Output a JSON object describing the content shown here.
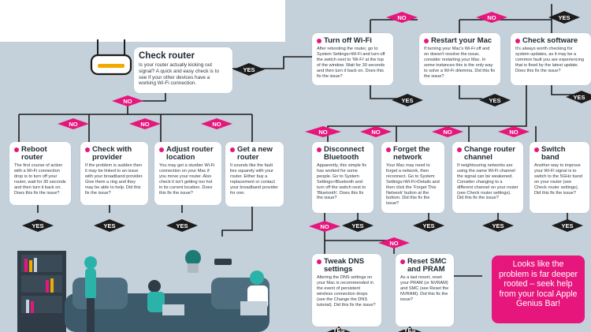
{
  "colors": {
    "background": "#c4d0da",
    "accent": "#e6167c",
    "connector": "#1c1c1c",
    "card": "#ffffff"
  },
  "decision_labels": {
    "no": "NO",
    "yes": "YES"
  },
  "nodes": {
    "check_router": {
      "title": "Check router",
      "body": "Is your router actually kicking out signal? A quick and easy check is to see if your other devices have a working Wi-Fi connection."
    },
    "reboot_router": {
      "title": "Reboot router",
      "body": "The first course of action with a Wi-Fi connection drop is to turn off your router, wait for 30 seconds and then turn it back on. Does this fix the issue?"
    },
    "check_provider": {
      "title": "Check with provider",
      "body": "If the problem is sudden then it may be linked to an issue with your broadband provider. Give them a ring and they may be able to help. Did this fix the issue?"
    },
    "adjust_location": {
      "title": "Adjust router location",
      "body": "You may get a sturdier Wi-Fi connection on your Mac if you move your router. Also check it isn't getting too hot in its current location. Does this fix the issue?"
    },
    "new_router": {
      "title": "Get a new router",
      "body": "It sounds like the fault lies squarely with your router. Either buy a replacement or contact your broadband provider for one."
    },
    "turn_off_wifi": {
      "title": "Turn off Wi-Fi",
      "body": "After rebooting the router, go to System Settings>Wi-Fi and turn off the switch next to 'Wi-Fi' at the top of the window. Wait for 30 seconds and then turn it back on. Does this fix the issue?"
    },
    "restart_mac": {
      "title": "Restart your Mac",
      "body": "If turning your Mac's Wi-Fi off and on doesn't resolve the issue, consider restarting your Mac. In some instances this is the only way to solve a Wi-Fi dilemma. Did this fix the issue?"
    },
    "check_software": {
      "title": "Check software",
      "body": "It's always worth checking for system updates, as it may be a common fault you are experiencing that is fixed by the latest update. Does this fix the issue?"
    },
    "disconnect_bt": {
      "title": "Disconnect Bluetooth",
      "body": "Apparently, this simple fix has worked for some people. Go to System Settings>Bluetooth and turn off the switch next to 'Bluetooth'. Does this fix the issue?"
    },
    "forget_network": {
      "title": "Forget the network",
      "body": "Your Mac may need to forget a network, then reconnect. Go to System Settings>Wi-Fi>Details and then click the 'Forget This Network' button at the bottom. Did this fix the issue?"
    },
    "change_channel": {
      "title": "Change router channel",
      "body": "If neighbouring networks are using the same Wi-Fi channel the signal can be weakened. Consider changing to a different channel on your router (see Check router settings). Did this fix the issue?"
    },
    "switch_band": {
      "title": "Switch band",
      "body": "Another way to improve your Wi-Fi signal is to switch to the 5GHz band on your router (see Check router settings). Did this fix the issue?"
    },
    "tweak_dns": {
      "title": "Tweak DNS settings",
      "body": "Altering the DNS settings on your Mac is recommended in the event of persistent wireless connection drops (see the Change the DNS tutorial). Did this fix the issue?"
    },
    "reset_smc": {
      "title": "Reset SMC and PRAM",
      "body": "As a last resort, reset your PRAM (or NVRAM) and SMC (see Reset the NVRAM). Did this fix the issue?"
    }
  },
  "final_message": "Looks like the problem is far deeper rooted – seek help from your local Apple Genius Bar!",
  "icons": {
    "router": "router-icon",
    "people": "people-illustration",
    "bookcase": "bookcase-illustration",
    "plant": "plant-icon"
  }
}
